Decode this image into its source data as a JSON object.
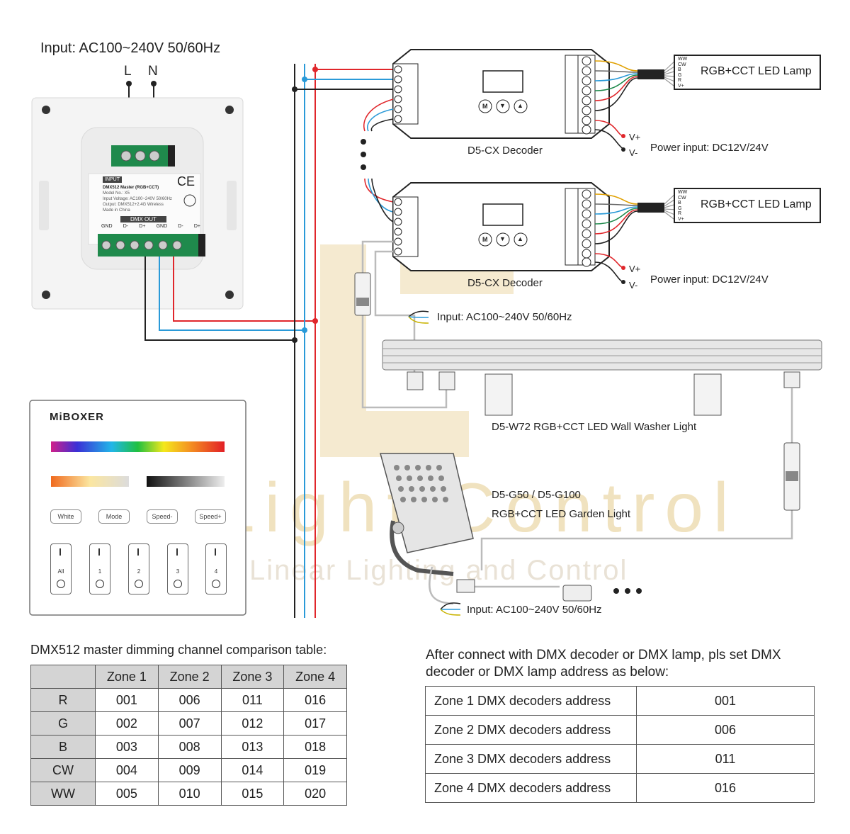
{
  "top_input": "Input: AC100~240V 50/60Hz",
  "terminal_L": "L",
  "terminal_N": "N",
  "master": {
    "input_tag": "INPUT",
    "title": "DMX512 Master (RGB+CCT)",
    "model": "Model No.: X5",
    "input_voltage": "Input Voltage: AC100~240V 50/60Hz",
    "output": "Output: DMX512+2.4G Wireless",
    "made_in": "Made in China",
    "dmx_out_label": "DMX OUT",
    "terminals": [
      "GND",
      "D-",
      "D+",
      "GND",
      "D-",
      "D+"
    ]
  },
  "decoder1": {
    "label": "D5-CX Decoder",
    "lamp_label": "RGB+CCT LED Lamp",
    "power_label": "Power input: DC12V/24V",
    "vplus": "V+",
    "vminus": "V-",
    "lamp_wires": [
      "WW",
      "CW",
      "B",
      "G",
      "R",
      "V+"
    ],
    "buttons": [
      "M",
      "▼",
      "▲"
    ]
  },
  "decoder2": {
    "label": "D5-CX Decoder",
    "lamp_label": "RGB+CCT LED Lamp",
    "power_label": "Power input: DC12V/24V",
    "vplus": "V+",
    "vminus": "V-",
    "lamp_wires": [
      "WW",
      "CW",
      "B",
      "G",
      "R",
      "V+"
    ],
    "buttons": [
      "M",
      "▼",
      "▲"
    ]
  },
  "washer_input": "Input: AC100~240V 50/60Hz",
  "washer_label": "D5-W72 RGB+CCT LED Wall Washer Light",
  "garden_model": "D5-G50 / D5-G100",
  "garden_label": "RGB+CCT LED Garden Light",
  "garden_input": "Input: AC100~240V 50/60Hz",
  "watermark": {
    "line1": "Light Control",
    "line2": "Linear Lighting and Control"
  },
  "remote_panel": {
    "brand": "MiBOXER",
    "buttons": [
      "White",
      "Mode",
      "Speed-",
      "Speed+"
    ],
    "zones": [
      "All",
      "1",
      "2",
      "3",
      "4"
    ]
  },
  "left_table": {
    "caption": "DMX512 master dimming channel comparison table:",
    "headers": [
      "",
      "Zone 1",
      "Zone 2",
      "Zone 3",
      "Zone 4"
    ],
    "rows": [
      [
        "R",
        "001",
        "006",
        "011",
        "016"
      ],
      [
        "G",
        "002",
        "007",
        "012",
        "017"
      ],
      [
        "B",
        "003",
        "008",
        "013",
        "018"
      ],
      [
        "CW",
        "004",
        "009",
        "014",
        "019"
      ],
      [
        "WW",
        "005",
        "010",
        "015",
        "020"
      ]
    ]
  },
  "right_table": {
    "caption_line1": "After connect with DMX decoder or DMX lamp, pls set DMX",
    "caption_line2": "decoder or DMX lamp address as below:",
    "rows": [
      [
        "Zone 1 DMX decoders address",
        "001"
      ],
      [
        "Zone 2 DMX decoders address",
        "006"
      ],
      [
        "Zone 3 DMX decoders address",
        "011"
      ],
      [
        "Zone 4 DMX decoders address",
        "016"
      ]
    ]
  },
  "colors": {
    "red_wire": "#e0262b",
    "blue_wire": "#2a9ad8",
    "black_wire": "#222222",
    "terminal_green": "#1f8a4c",
    "watermark": "#f2e4c0"
  }
}
